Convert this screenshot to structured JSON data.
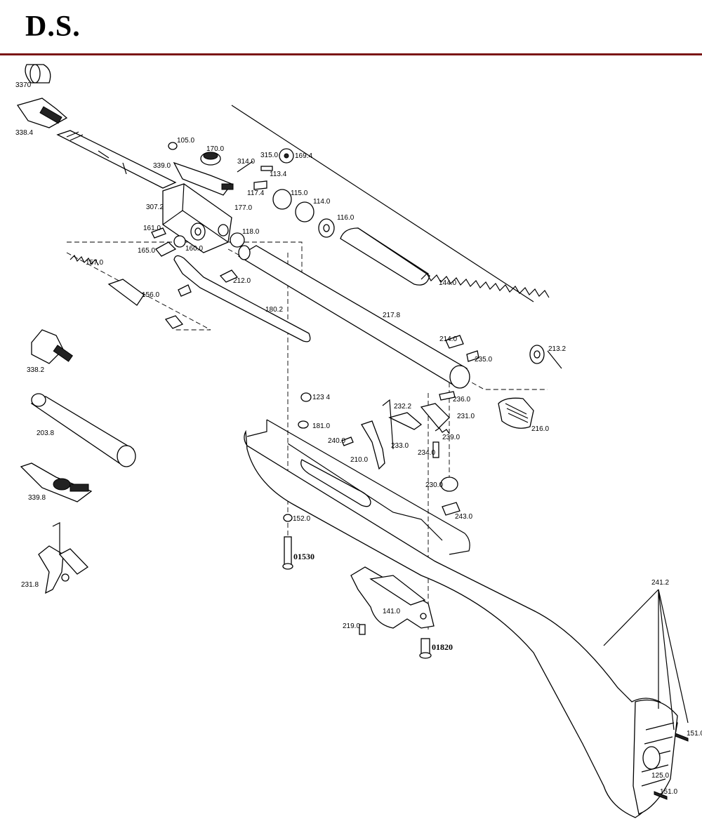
{
  "header": {
    "title": "D.S."
  },
  "parts": [
    "3370",
    "338.4",
    "105.0",
    "170.0",
    "339.0",
    "314.0",
    "315.0",
    "169.4",
    "113.4",
    "117.4",
    "115.0",
    "114.0",
    "116.0",
    "307.2",
    "177.0",
    "161.0",
    "118.0",
    "165.0",
    "160.0",
    "157.0",
    "212.0",
    "156.0",
    "180.2",
    "217.8",
    "144.0",
    "214.0",
    "213.2",
    "235.0",
    "338.2",
    "123 4",
    "236.0",
    "232.2",
    "231.0",
    "181.0",
    "216.0",
    "240.0",
    "239.0",
    "203.8",
    "233.0",
    "234.0",
    "210.0",
    "230.0",
    "339.8",
    "243.0",
    "152.0",
    "01530",
    "231.8",
    "241.2",
    "141.0",
    "219.0",
    "01820",
    "151.0",
    "125.0",
    "151.0"
  ]
}
